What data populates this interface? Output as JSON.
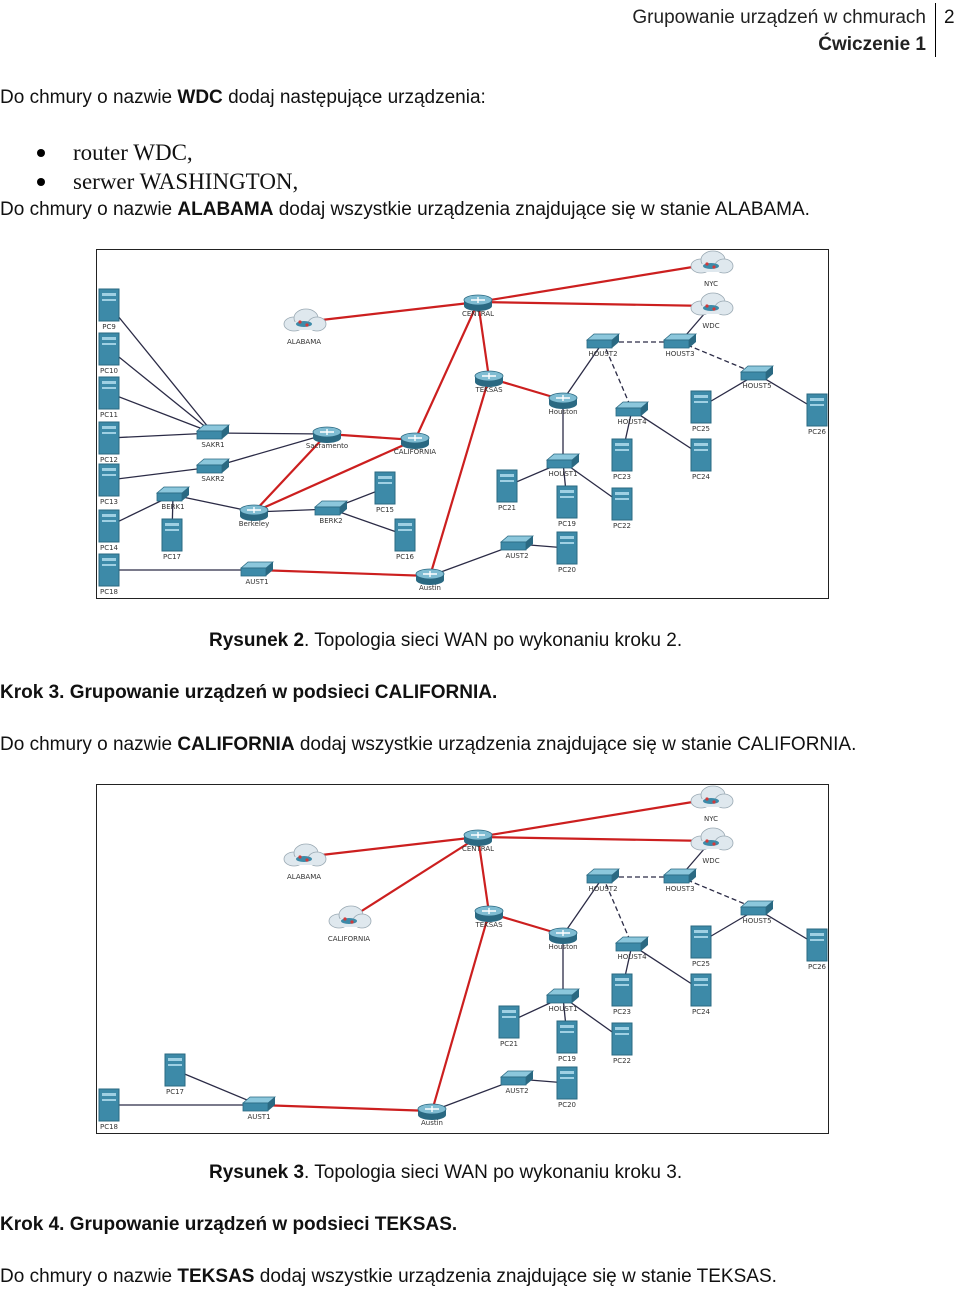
{
  "header": {
    "title": "Grupowanie urządzeń w chmurach",
    "subtitle": "Ćwiczenie 1",
    "page": "2"
  },
  "intro": {
    "pre": "Do chmury o nazwie ",
    "name": "WDC",
    "post": " dodaj następujące urządzenia:"
  },
  "bullets": [
    "router WDC,",
    "serwer WASHINGTON,"
  ],
  "alabama_line": {
    "pre": "Do chmury o nazwie ",
    "name": "ALABAMA",
    "post": " dodaj wszystkie urządzenia znajdujące się w stanie ALABAMA."
  },
  "figure2": {
    "caption_label": "Rysunek 2",
    "caption_text": ". Topologia sieci WAN po wykonaniu kroku 2.",
    "labels": [
      "NYC",
      "WDC",
      "CENTRAL",
      "ALABAMA",
      "HOUST2",
      "HOUST3",
      "HOUST5",
      "TEKSAS",
      "Houston",
      "HOUST4",
      "PC25",
      "PC26",
      "PC23",
      "PC24",
      "PC22",
      "HOUST1",
      "PC21",
      "PC19",
      "PC20",
      "AUST2",
      "Austin",
      "PC9",
      "PC10",
      "PC11",
      "PC12",
      "PC13",
      "PC14",
      "PC18",
      "SAKR1",
      "SAKR2",
      "Sacramento",
      "CALIFORNIA",
      "BERK1",
      "Berkeley",
      "BERK2",
      "PC15",
      "PC16",
      "PC17",
      "AUST1"
    ]
  },
  "step3": {
    "heading": "Krok 3. Grupowanie urządzeń w podsieci CALIFORNIA.",
    "pre": "Do chmury o nazwie ",
    "name": "CALIFORNIA",
    "post": " dodaj wszystkie urządzenia znajdujące się w stanie CALIFORNIA."
  },
  "figure3": {
    "caption_label": "Rysunek 3",
    "caption_text": ". Topologia sieci WAN po wykonaniu kroku 3.",
    "labels": [
      "NYC",
      "WDC",
      "CENTRAL",
      "ALABAMA",
      "CALIFORNIA",
      "HOUST2",
      "HOUST3",
      "HOUST5",
      "TEKSAS",
      "Houston",
      "HOUST4",
      "PC25",
      "PC26",
      "PC23",
      "PC24",
      "PC22",
      "HOUST1",
      "PC21",
      "PC19",
      "PC20",
      "AUST2",
      "Austin",
      "PC17",
      "PC18",
      "AUST1"
    ]
  },
  "step4": {
    "heading": "Krok 4. Grupowanie urządzeń w podsieci TEKSAS.",
    "pre": "Do chmury o nazwie ",
    "name": "TEKSAS",
    "post": " dodaj wszystkie urządzenia znajdujące się w stanie TEKSAS."
  },
  "colors": {
    "wan_link": "#cc1f1f",
    "lan_link": "#2b2b46",
    "device": "#3d8aa8",
    "device_dark": "#2a6982",
    "cloud": "#dfe8ee",
    "cloud_dot": "#d23a3a"
  }
}
